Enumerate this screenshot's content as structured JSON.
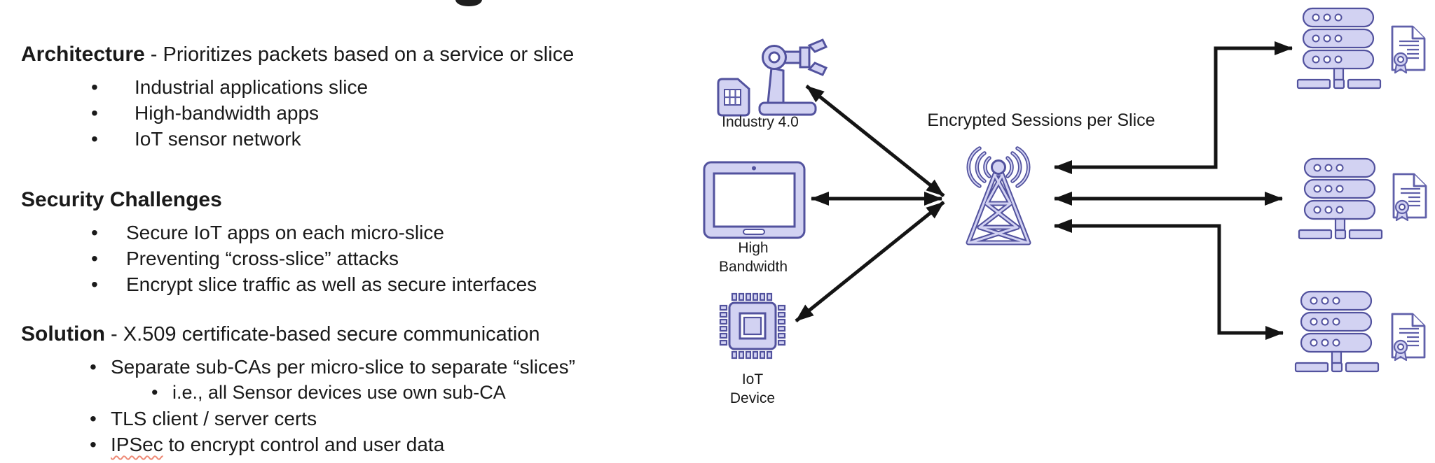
{
  "glyphs": {
    "bullet": "•"
  },
  "sections": {
    "architecture": {
      "heading": "Architecture",
      "separator": " - ",
      "lead": "Prioritizes packets based on a service or slice",
      "items": [
        "Industrial applications slice",
        "High-bandwidth apps",
        "IoT sensor network"
      ]
    },
    "security": {
      "heading": "Security Challenges",
      "items": [
        "Secure IoT apps on each micro-slice",
        "Preventing “cross-slice” attacks",
        "Encrypt slice traffic as well as secure interfaces"
      ]
    },
    "solution": {
      "heading": "Solution",
      "separator": " - ",
      "lead": "X.509 certificate-based secure communication",
      "bullet1": "Separate sub-CAs per micro-slice to separate “slices”",
      "bullet1_sub": "i.e., all Sensor devices use own sub-CA",
      "bullet2": "TLS client / server certs",
      "bullet3_word": "IPSec",
      "bullet3_rest": " to encrypt control and user data"
    }
  },
  "diagram": {
    "session_label": "Encrypted Sessions per Slice",
    "devices": {
      "industry": {
        "label": "Industry 4.0"
      },
      "bandwidth": {
        "line1": "High",
        "line2": "Bandwidth"
      },
      "iot": {
        "line1": "IoT",
        "line2": "Device"
      }
    },
    "colors": {
      "icon_fill": "#d2d2f2",
      "icon_stroke": "#52529e",
      "arrow": "#141414",
      "cert_stroke": "#6060aa",
      "squiggle": "#ee8a76",
      "text": "#1a1a1a"
    }
  }
}
